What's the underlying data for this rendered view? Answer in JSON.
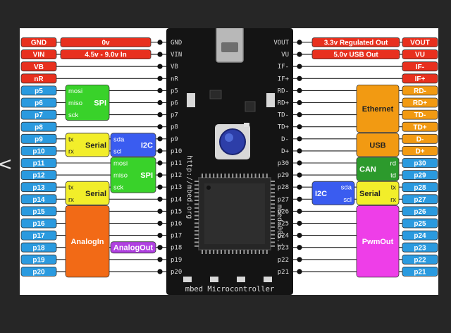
{
  "colors": {
    "power": "#e8301e",
    "gpio": "#2a9adf",
    "spi": "#39d22a",
    "serial": "#f2ee2a",
    "i2c": "#3a5cf0",
    "analog": "#f26a16",
    "analogout": "#b040e0",
    "ethernet": "#f29a12",
    "can": "#2c9a2c",
    "pwm": "#ee3ee8",
    "board": "#141414"
  },
  "viewer": {
    "nav_icon": "chevron-left-icon"
  },
  "board": {
    "title": "mbed Microcontroller",
    "side_text_left": "http://mbed.org",
    "side_text_right": "mbed-005.1",
    "left_pins_silk": [
      "GND",
      "VIN",
      "VB",
      "nR",
      "p5",
      "p6",
      "p7",
      "p8",
      "p9",
      "p10",
      "p11",
      "p12",
      "p13",
      "p14",
      "p15",
      "p16",
      "p17",
      "p18",
      "p19",
      "p20"
    ],
    "right_pins_silk": [
      "VOUT",
      "VU",
      "IF-",
      "IF+",
      "RD-",
      "RD+",
      "TD-",
      "TD+",
      "D-",
      "D+",
      "p30",
      "p29",
      "p28",
      "p27",
      "p26",
      "p25",
      "p24",
      "p23",
      "p22",
      "p21"
    ]
  },
  "left_pins": [
    {
      "label": "GND",
      "cat": "power"
    },
    {
      "label": "VIN",
      "cat": "power"
    },
    {
      "label": "VB",
      "cat": "power"
    },
    {
      "label": "nR",
      "cat": "power"
    },
    {
      "label": "p5",
      "cat": "gpio"
    },
    {
      "label": "p6",
      "cat": "gpio"
    },
    {
      "label": "p7",
      "cat": "gpio"
    },
    {
      "label": "p8",
      "cat": "gpio"
    },
    {
      "label": "p9",
      "cat": "gpio"
    },
    {
      "label": "p10",
      "cat": "gpio"
    },
    {
      "label": "p11",
      "cat": "gpio"
    },
    {
      "label": "p12",
      "cat": "gpio"
    },
    {
      "label": "p13",
      "cat": "gpio"
    },
    {
      "label": "p14",
      "cat": "gpio"
    },
    {
      "label": "p15",
      "cat": "gpio"
    },
    {
      "label": "p16",
      "cat": "gpio"
    },
    {
      "label": "p17",
      "cat": "gpio"
    },
    {
      "label": "p18",
      "cat": "gpio"
    },
    {
      "label": "p19",
      "cat": "gpio"
    },
    {
      "label": "p20",
      "cat": "gpio"
    }
  ],
  "right_pins": [
    {
      "label": "VOUT",
      "cat": "power"
    },
    {
      "label": "VU",
      "cat": "power"
    },
    {
      "label": "IF-",
      "cat": "power"
    },
    {
      "label": "IF+",
      "cat": "power"
    },
    {
      "label": "RD-",
      "cat": "ethernet"
    },
    {
      "label": "RD+",
      "cat": "ethernet"
    },
    {
      "label": "TD-",
      "cat": "ethernet"
    },
    {
      "label": "TD+",
      "cat": "ethernet"
    },
    {
      "label": "D-",
      "cat": "ethernet"
    },
    {
      "label": "D+",
      "cat": "ethernet"
    },
    {
      "label": "p30",
      "cat": "gpio"
    },
    {
      "label": "p29",
      "cat": "gpio"
    },
    {
      "label": "p28",
      "cat": "gpio"
    },
    {
      "label": "p27",
      "cat": "gpio"
    },
    {
      "label": "p26",
      "cat": "gpio"
    },
    {
      "label": "p25",
      "cat": "gpio"
    },
    {
      "label": "p24",
      "cat": "gpio"
    },
    {
      "label": "p23",
      "cat": "gpio"
    },
    {
      "label": "p22",
      "cat": "gpio"
    },
    {
      "label": "p21",
      "cat": "gpio"
    }
  ],
  "power_labels": {
    "gnd": "0v",
    "vin": "4.5v - 9.0v In",
    "vout": "3.3v Regulated Out",
    "vu": "5.0v USB Out"
  },
  "groups_left": [
    {
      "name": "SPI",
      "cat": "spi",
      "rows": [
        4,
        6
      ],
      "col": 1,
      "pins": [
        "mosi",
        "miso",
        "sck"
      ]
    },
    {
      "name": "Serial",
      "cat": "serial",
      "rows": [
        8,
        9
      ],
      "col": 1,
      "pins": [
        "tx",
        "rx"
      ]
    },
    {
      "name": "I2C",
      "cat": "i2c",
      "rows": [
        8,
        9
      ],
      "col": 2,
      "pins": [
        "sda",
        "scl"
      ]
    },
    {
      "name": "SPI",
      "cat": "spi",
      "rows": [
        10,
        12
      ],
      "col": 2,
      "pins": [
        "mosi",
        "miso",
        "sck"
      ]
    },
    {
      "name": "Serial",
      "cat": "serial",
      "rows": [
        12,
        13
      ],
      "col": 1,
      "pins": [
        "tx",
        "rx"
      ]
    },
    {
      "name": "AnalogIn",
      "cat": "analog",
      "rows": [
        14,
        19
      ],
      "col": 1,
      "pins": []
    },
    {
      "name": "AnalogOut",
      "cat": "analogout",
      "rows": [
        17,
        17
      ],
      "col": 2,
      "pins": []
    }
  ],
  "groups_right": [
    {
      "name": "Ethernet",
      "cat": "ethernet",
      "rows": [
        4,
        7
      ],
      "col": 1,
      "pins": []
    },
    {
      "name": "USB",
      "cat": "ethernet",
      "rows": [
        8,
        9
      ],
      "col": 1,
      "pins": []
    },
    {
      "name": "CAN",
      "cat": "can",
      "rows": [
        10,
        11
      ],
      "col": 1,
      "pins": [
        "rd",
        "td"
      ]
    },
    {
      "name": "Serial",
      "cat": "serial",
      "rows": [
        12,
        13
      ],
      "col": 1,
      "pins": [
        "tx",
        "rx"
      ]
    },
    {
      "name": "I2C",
      "cat": "i2c",
      "rows": [
        12,
        13
      ],
      "col": 2,
      "pins": [
        "sda",
        "scl"
      ]
    },
    {
      "name": "PwmOut",
      "cat": "pwm",
      "rows": [
        14,
        19
      ],
      "col": 1,
      "pins": []
    }
  ]
}
